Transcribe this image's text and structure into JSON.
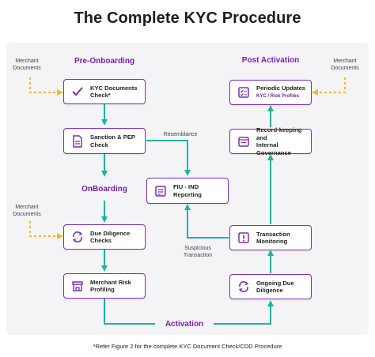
{
  "title": "The Complete KYC Procedure",
  "sections": {
    "pre_onboarding": "Pre-Onboarding",
    "post_activation": "Post Activation",
    "onboarding": "OnBoarding",
    "activation": "Activation"
  },
  "nodes": {
    "kyc_check": "KYC Documents\nCheck*",
    "sanction_pep": "Sanction & PEP\nCheck",
    "fiu_ind": "FIU - IND\nReporting",
    "due_diligence": "Due Diligence\nChecks",
    "merchant_risk": "Merchant Risk\nProfiling",
    "periodic_updates": "Periodic Updates",
    "periodic_updates_sub": "KYC / Risk Profiles",
    "record_keeping": "Record-keeping and\nInternal Governance",
    "transaction_monitoring": "Transaction\nMonitoring",
    "ongoing_due_diligence": "Ongoing Due\nDiligence"
  },
  "notes": {
    "merchant_docs_1": "Merchant\nDocuments",
    "merchant_docs_2": "Merchant\nDocuments",
    "merchant_docs_3": "Merchant\nDocuments",
    "resemblance": "Resemblance",
    "suspicious_transaction": "Suspicious\nTransaction"
  },
  "footer": "*Refer Figure 2 for the complete KYC Document Check/CDD Procedure",
  "colors": {
    "flow": "#1fb3a0",
    "input": "#f5b72f",
    "node_border": "#7d2fb8",
    "section_text": "#7a1fb0",
    "panel": "#f4f4f7"
  },
  "icons": {
    "kyc_check": "checkmark-icon",
    "sanction_pep": "document-icon",
    "fiu_ind": "report-icon",
    "due_diligence": "refresh-shield-icon",
    "merchant_risk": "storefront-icon",
    "periodic_updates": "checklist-icon",
    "record_keeping": "folder-icon",
    "transaction_monitoring": "alert-icon",
    "ongoing_due_diligence": "cycle-icon"
  }
}
